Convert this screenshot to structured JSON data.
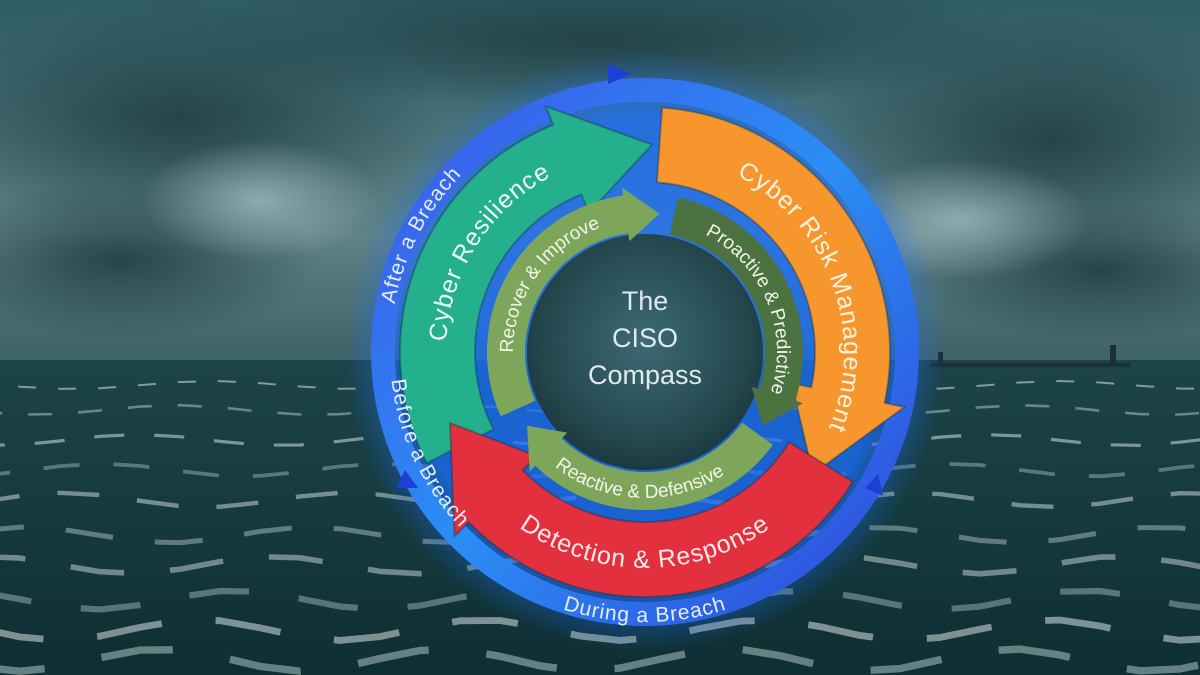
{
  "center": {
    "line1": "The",
    "line2": "CISO",
    "line3": "Compass"
  },
  "outer_ring": {
    "before": "Before a Breach",
    "during": "During a Breach",
    "after": "After a Breach"
  },
  "main_arrows": {
    "orange": "Cyber Risk Management",
    "red": "Detection & Response",
    "teal": "Cyber Resilience"
  },
  "inner_arrows": {
    "proactive": "Proactive & Predictive",
    "reactive": "Reactive & Defensive",
    "recover": "Recover & Improve"
  },
  "colors": {
    "outer_ring": "#2f6cf0",
    "orange": "#f6962c",
    "red": "#e2303f",
    "teal": "#24b08c",
    "inner_dark": "#4b7240",
    "inner_light": "#7ea65a",
    "center_text": "#dfe9ee"
  }
}
